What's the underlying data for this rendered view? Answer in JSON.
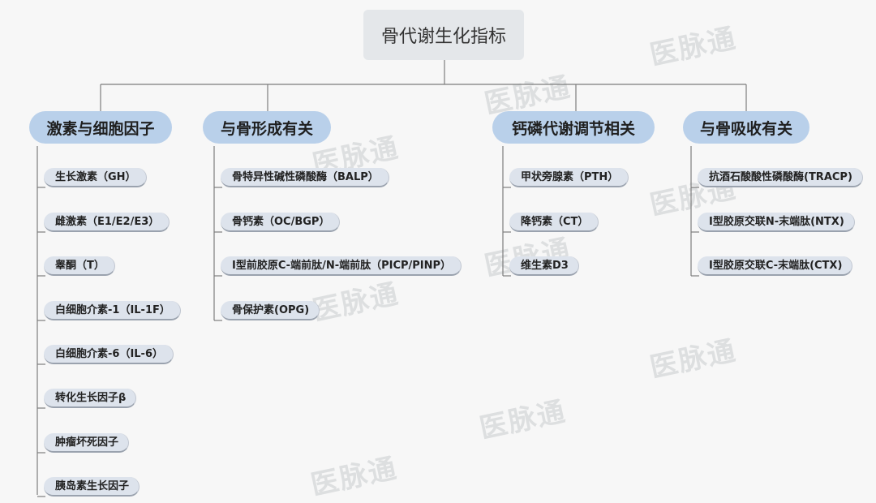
{
  "root": {
    "label": "骨代谢生化指标"
  },
  "branches": [
    {
      "label": "激素与细胞因子",
      "children": [
        "生长激素（GH）",
        "雌激素（E1/E2/E3）",
        "睾酮（T）",
        "白细胞介素-1（IL-1F）",
        "白细胞介素-6（IL-6）",
        "转化生长因子β",
        "肿瘤坏死因子",
        "胰岛素生长因子"
      ]
    },
    {
      "label": "与骨形成有关",
      "children": [
        "骨特异性碱性磷酸酶（BALP）",
        "骨钙素（OC/BGP）",
        "Ⅰ型前胶原C-端前肽/N-端前肽（PICP/PINP）",
        "骨保护素(OPG)"
      ]
    },
    {
      "label": "钙磷代谢调节相关",
      "children": [
        "甲状旁腺素（PTH）",
        "降钙素（CT）",
        "维生素D3"
      ]
    },
    {
      "label": "与骨吸收有关",
      "children": [
        "抗酒石酸酸性磷酸酶(TRACP)",
        "Ⅰ型胶原交联N-末端肽(NTX)",
        "Ⅰ型胶原交联C-末端肽(CTX)"
      ]
    }
  ],
  "watermark": "医脉通"
}
